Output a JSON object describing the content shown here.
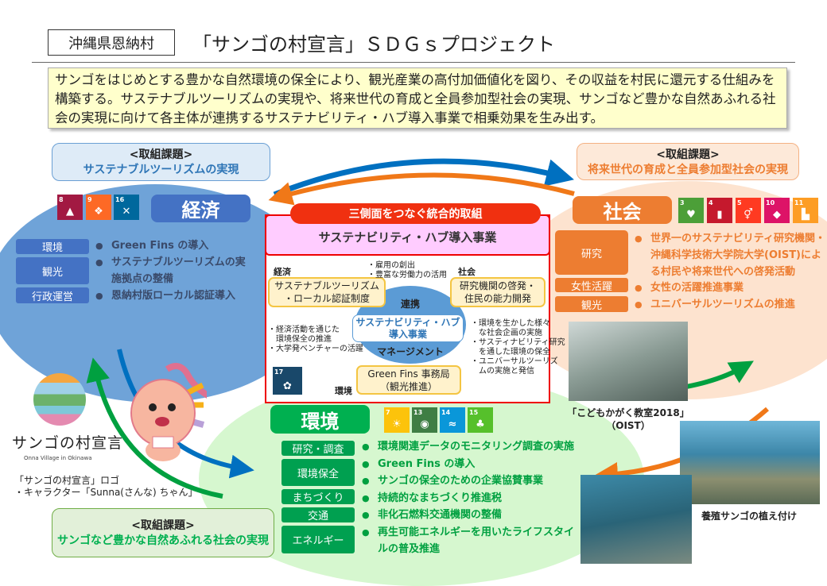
{
  "header": {
    "location": "沖縄県恩納村",
    "title": "「サンゴの村宣言」ＳＤＧｓプロジェクト"
  },
  "summary": "サンゴをはじめとする豊かな自然環境の保全により、観光産業の高付加価値化を図り、その収益を村民に還元する仕組みを構築する。サステナブルツーリズムの実現や、将来世代の育成と全員参加型社会の実現、サンゴなど豊かな自然あふれる社会の実現に向けて各主体が連携するサステナビリティ・ハブ導入事業で相乗効果を生み出す。",
  "kadai_heading": "<取組課題>",
  "economy": {
    "kadai": "サステナブルツーリズムの実現",
    "title": "経済",
    "color": "#4472c4",
    "sdgs": [
      {
        "n": "8",
        "c": "#a21942"
      },
      {
        "n": "9",
        "c": "#fd6925"
      },
      {
        "n": "16",
        "c": "#00689d"
      }
    ],
    "items": [
      {
        "label": "環境",
        "bullets": [
          "Green Fins の導入"
        ]
      },
      {
        "label": "観光",
        "bullets": [
          "サステナブルツーリズムの実施拠点の整備"
        ]
      },
      {
        "label": "行政運営",
        "bullets": [
          "恩納村版ローカル認証導入"
        ]
      }
    ]
  },
  "society": {
    "kadai": "将来世代の育成と全員参加型社会の実現",
    "title": "社会",
    "color": "#ed7d31",
    "sdgs": [
      {
        "n": "3",
        "c": "#4c9f38"
      },
      {
        "n": "4",
        "c": "#c5192d"
      },
      {
        "n": "5",
        "c": "#ff3a21"
      },
      {
        "n": "10",
        "c": "#dd1367"
      },
      {
        "n": "11",
        "c": "#fd9d24"
      }
    ],
    "items": [
      {
        "label": "研究",
        "bullets": [
          "世界一のサステナビリティ研究機関・沖縄科学技術大学院大学(OIST)による村民や将来世代への啓発活動"
        ]
      },
      {
        "label": "女性活躍",
        "bullets": [
          "女性の活躍推進事業"
        ]
      },
      {
        "label": "観光",
        "bullets": [
          "ユニバーサルツーリズムの推進"
        ]
      }
    ],
    "photo_caption": [
      "「こどもかがく教室2018」",
      "（OIST）"
    ]
  },
  "environment": {
    "kadai": "サンゴなど豊かな自然あふれる社会の実現",
    "title": "環境",
    "color": "#00b050",
    "sdgs": [
      {
        "n": "7",
        "c": "#fcc30b"
      },
      {
        "n": "13",
        "c": "#3f7e44"
      },
      {
        "n": "14",
        "c": "#0a97d9"
      },
      {
        "n": "15",
        "c": "#56c02b"
      }
    ],
    "items": [
      {
        "label": "研究・調査",
        "bullets": [
          "環境関連データのモニタリング調査の実施"
        ]
      },
      {
        "label": "環境保全",
        "bullets": [
          "Green Fins の導入",
          "サンゴの保全のための企業協賛事業"
        ]
      },
      {
        "label": "まちづくり",
        "bullets": [
          "持続的なまちづくり推進税"
        ]
      },
      {
        "label": "交通",
        "bullets": [
          "非化石燃料交通機関の整備"
        ]
      },
      {
        "label": "エネルギー",
        "bullets": [
          "再生可能エネルギーを用いたライフスタイルの普及推進"
        ]
      }
    ],
    "photo_caption": "養殖サンゴの植え付け"
  },
  "center": {
    "banner": "三側面をつなぐ統合的取組",
    "title": "サステナビリティ・ハブ導入事業",
    "econ_label": "経済",
    "soc_label": "社会",
    "env_label": "環境",
    "econ_box": [
      "サステナブルツーリズム",
      "・ローカル認証制度"
    ],
    "soc_box": [
      "研究機関の啓発・",
      "住民の能力開発"
    ],
    "env_box": [
      "Green Fins 事務局",
      "（観光推進）"
    ],
    "top_notes": [
      "・雇用の創出",
      "・豊富な労働力の活用"
    ],
    "left_notes": [
      "・経済活動を通じた",
      "　環境保全の推進",
      "・大学発ベンチャーの活躍"
    ],
    "right_notes": [
      "・環境を生かした様々",
      "　な社会企画の実施",
      "・サスティナビリティ研究",
      "　を通した環境の保全",
      "・ユニバーサルツーリズ",
      "　ムの実施と発信"
    ],
    "circle_top": "連携",
    "circle_bottom": "マネージメント",
    "hub": [
      "サステナビリティ・ハブ",
      "導入事業"
    ],
    "sdg17": {
      "n": "17",
      "c": "#19486a"
    }
  },
  "logo": {
    "name": "サンゴの村宣言",
    "sub": "Onna Village in Okinawa",
    "caption": [
      "「サンゴの村宣言」ロゴ",
      "・キャラクター「Sunna(さんな) ちゃん」"
    ]
  }
}
